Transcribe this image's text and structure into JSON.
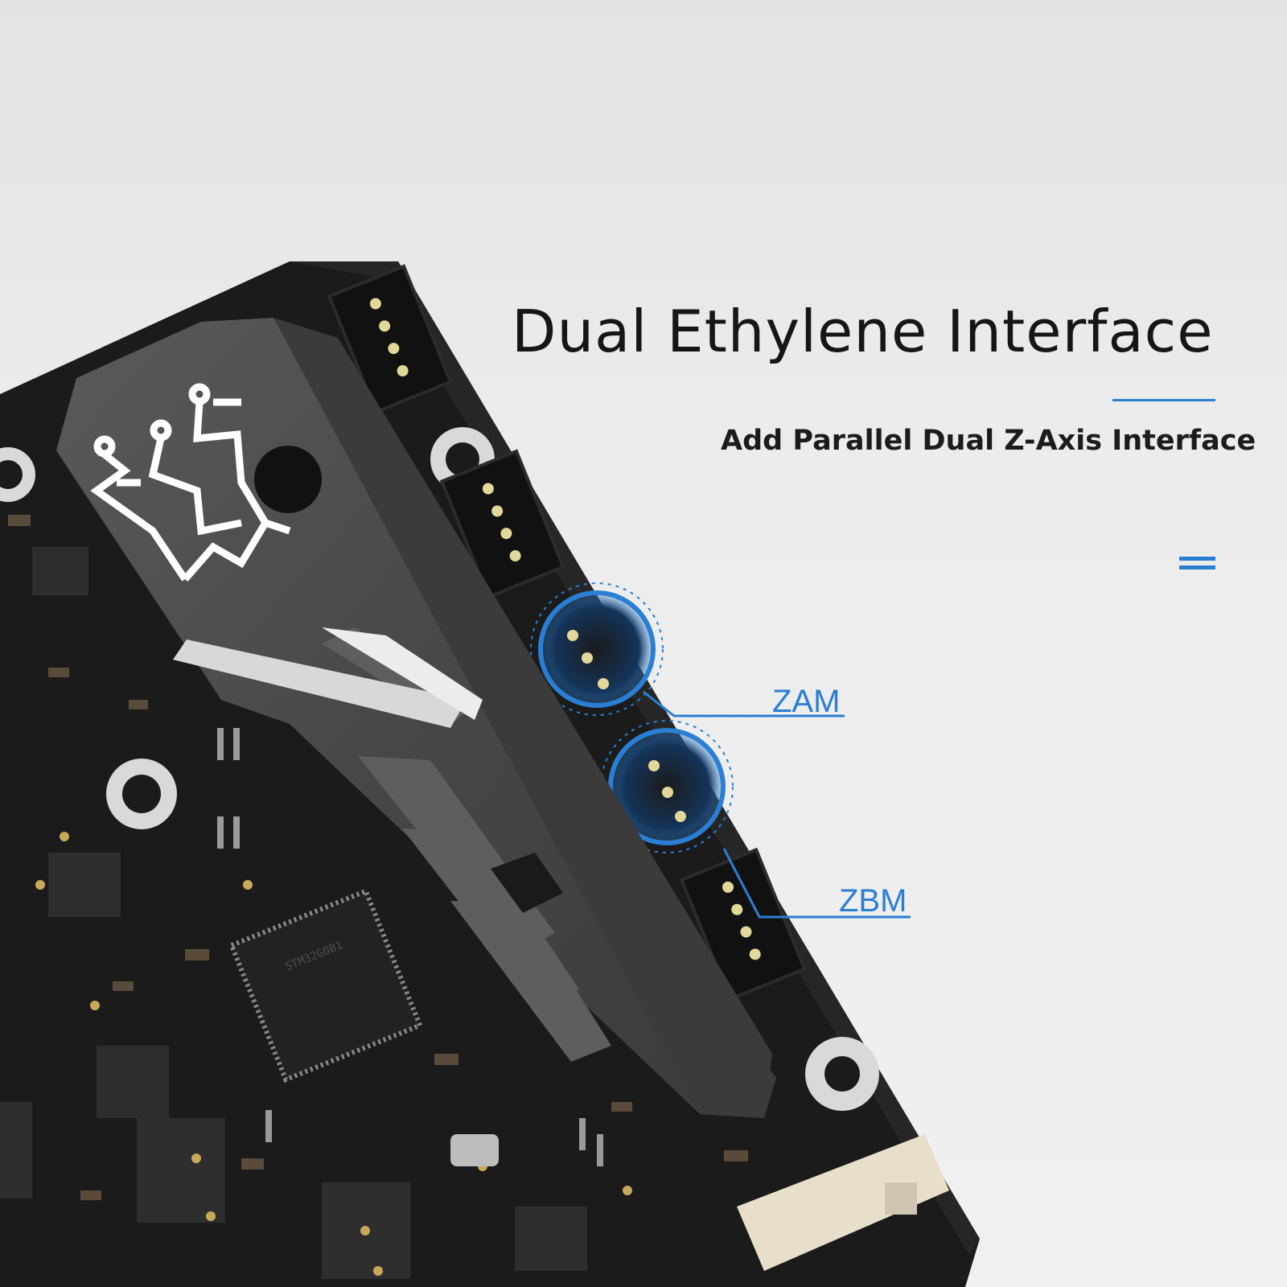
{
  "headline": "Dual Ethylene Interface",
  "subheadline": "Add Parallel Dual Z-Axis Interface",
  "callouts": {
    "zam": "ZAM",
    "zbm": "ZBM"
  },
  "chip_marking": "STM32G0B1",
  "colors": {
    "accent": "#2a7fd4",
    "background": "#ebebeb",
    "board": "#1b1b1b",
    "heatsink": "#4a4a4a"
  },
  "icons": [
    "logo-tree-icon",
    "menu-icon"
  ]
}
